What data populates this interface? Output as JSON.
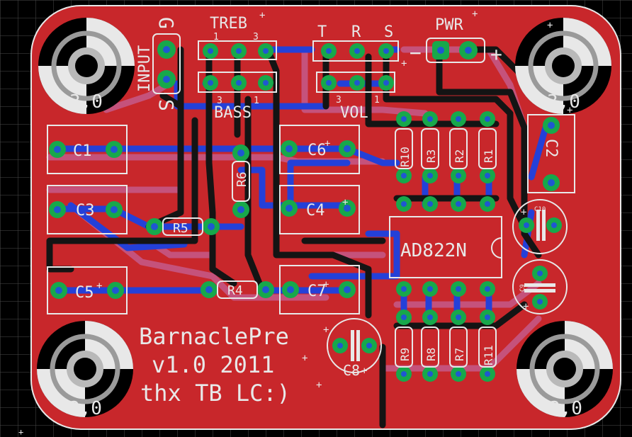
{
  "board": {
    "title": "BarnaclePre",
    "version": "v1.0 2011",
    "thanks": "thx TB LC:)",
    "colors": {
      "copper": "#c8272b",
      "silkscreen": "#e8e8e8",
      "pad": "#17a84b",
      "via": "#1f57d1",
      "bottom_trace": "#2440d8"
    }
  },
  "labels": {
    "input": "INPUT",
    "g": "G",
    "s": "S",
    "treb": "TREB",
    "treb_1": "1",
    "treb_3": "3",
    "bass": "BASS",
    "bass_3": "3",
    "bass_1": "1",
    "t": "T",
    "r": "R",
    "s2": "S",
    "vol": "VOL",
    "vol_3": "3",
    "vol_1": "1",
    "pwr": "PWR",
    "minus": "−",
    "plus": "+",
    "hole_tl": "3,0",
    "hole_tr": "3,0",
    "hole_bl": "3,0",
    "hole_br": "3,0"
  },
  "components": {
    "c1": "C1",
    "c3": "C3",
    "c5": "C5",
    "c6": "C6",
    "c4": "C4",
    "c7": "C7",
    "c2": "C2",
    "c8": "C8",
    "c9": "C9",
    "c10": "C10",
    "r5": "R5",
    "r6": "R6",
    "r4": "R4",
    "r10": "R10",
    "r3": "R3",
    "r2": "R2",
    "r1": "R1",
    "r9": "R9",
    "r8": "R8",
    "r7": "R7",
    "r11": "R11",
    "ic": "AD822N"
  }
}
